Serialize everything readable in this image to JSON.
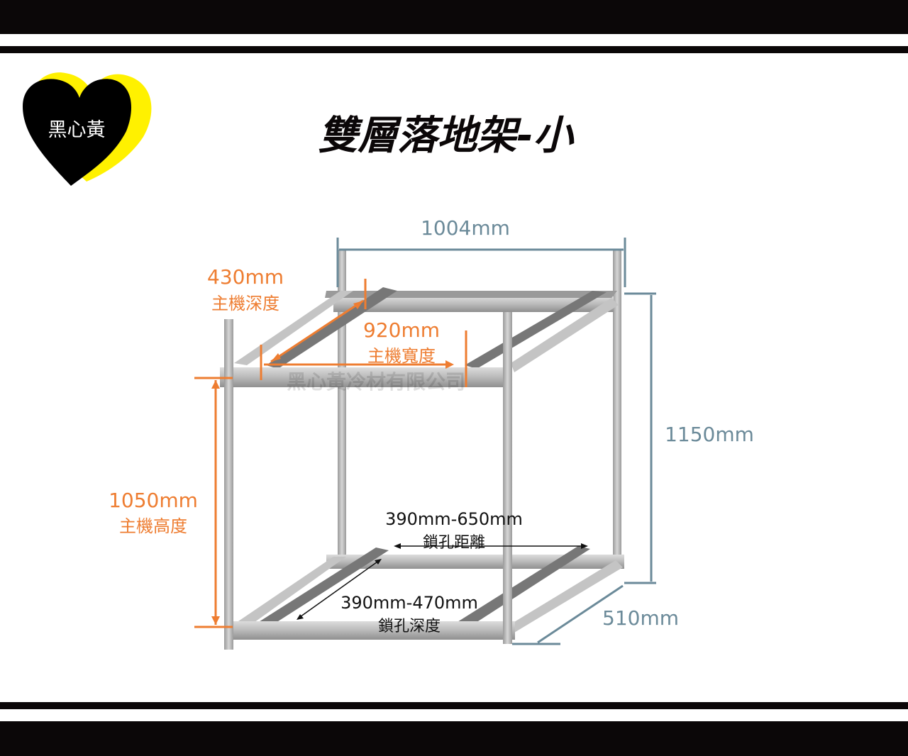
{
  "logo": {
    "text": "黑心黃"
  },
  "title": "雙層落地架-小",
  "watermark": "黑心黃冷材有限公司",
  "colors": {
    "orange": "#ee7d31",
    "steel_blue": "#6b8a99",
    "black": "#0b0708",
    "yellow": "#fff100"
  },
  "dimensions": {
    "overall_width": "1004mm",
    "overall_height": "1150mm",
    "overall_depth": "510mm",
    "unit_depth": {
      "value": "430mm",
      "label": "主機深度"
    },
    "unit_width": {
      "value": "920mm",
      "label": "主機寬度"
    },
    "unit_height": {
      "value": "1050mm",
      "label": "主機高度"
    },
    "hole_distance": {
      "value": "390mm-650mm",
      "label": "鎖孔距離"
    },
    "hole_depth": {
      "value": "390mm-470mm",
      "label": "鎖孔深度"
    }
  }
}
